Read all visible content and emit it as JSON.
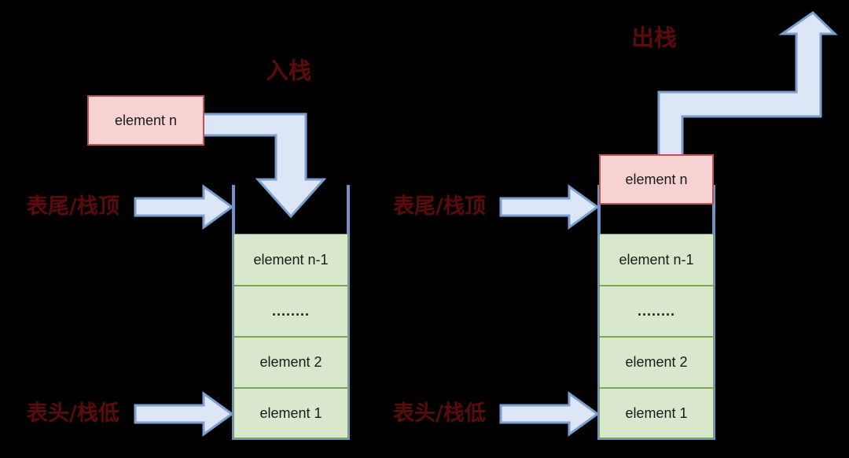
{
  "diagram": {
    "title": "Stack push and pop operation diagram",
    "background_color": "#000000",
    "label_color": "#5c0b0b",
    "arrow_fill": "#dce6f6",
    "arrow_stroke": "#7ba0d0",
    "stack_cell_fill": "#d9e7cd",
    "stack_cell_border": "#7aa84f",
    "element_box_fill": "#f6d2d2",
    "element_box_border": "#b85450",
    "rail_color": "#6f93c9"
  },
  "left": {
    "operation_label": "入栈",
    "top_label": "表尾/栈顶",
    "bottom_label": "表头/栈低",
    "incoming_element": "element n",
    "cells": [
      "element n-1",
      "........",
      "element 2",
      "element 1"
    ]
  },
  "right": {
    "operation_label": "出栈",
    "top_label": "表尾/栈顶",
    "bottom_label": "表头/栈低",
    "outgoing_element": "element n",
    "cells": [
      "element n-1",
      "........",
      "element 2",
      "element 1"
    ]
  }
}
